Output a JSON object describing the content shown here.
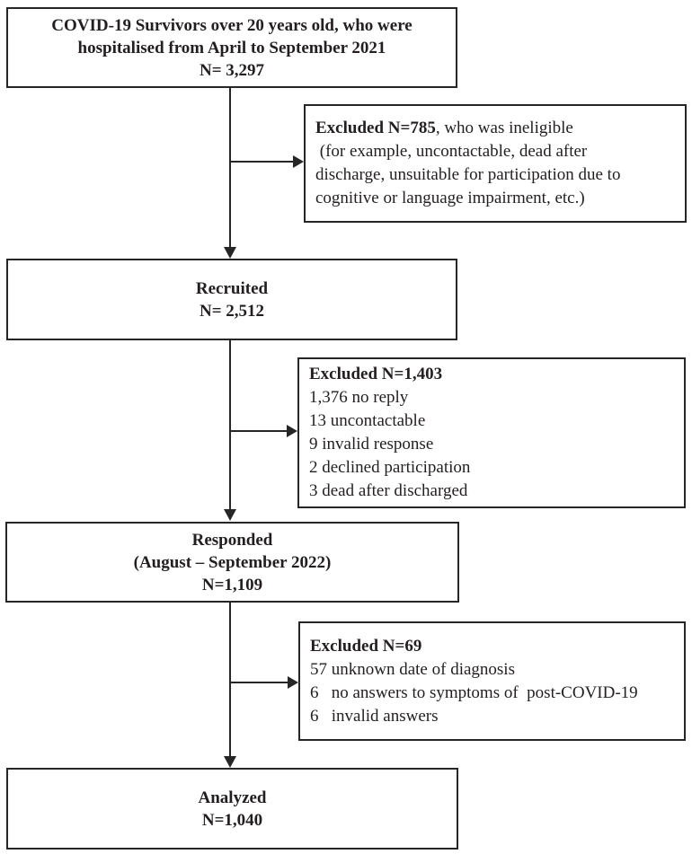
{
  "figure": {
    "type": "participant-flow-diagram",
    "colors": {
      "background": "#ffffff",
      "line": "#262626",
      "text": "#231f20"
    },
    "boxes": {
      "start": {
        "lines": [
          "COVID-19 Survivors over 20 years old, who were",
          "hospitalised from April to September 2021",
          "N= 3,297"
        ]
      },
      "excluded_ineligible": {
        "title": "Excluded N=785",
        "title_suffix": ", who was ineligible",
        "lines": [
          " (for example, uncontactable, dead after",
          "discharge, unsuitable for participation due to",
          "cognitive or language impairment, etc.)"
        ]
      },
      "recruited": {
        "lines": [
          "Recruited",
          "N= 2,512"
        ]
      },
      "excluded_no_response": {
        "title": "Excluded N=1,403",
        "lines": [
          "1,376 no reply",
          "13 uncontactable",
          "9 invalid response",
          "2 declined participation",
          "3 dead after discharged"
        ]
      },
      "responded": {
        "lines": [
          "Responded",
          "(August – September 2022)",
          "N=1,109"
        ]
      },
      "excluded_invalid": {
        "title": "Excluded N=69",
        "lines": [
          "57 unknown date of diagnosis",
          "6   no answers to symptoms of  post-COVID-19",
          "6   invalid answers"
        ]
      },
      "analyzed": {
        "lines": [
          "Analyzed",
          "N=1,040"
        ]
      }
    }
  }
}
